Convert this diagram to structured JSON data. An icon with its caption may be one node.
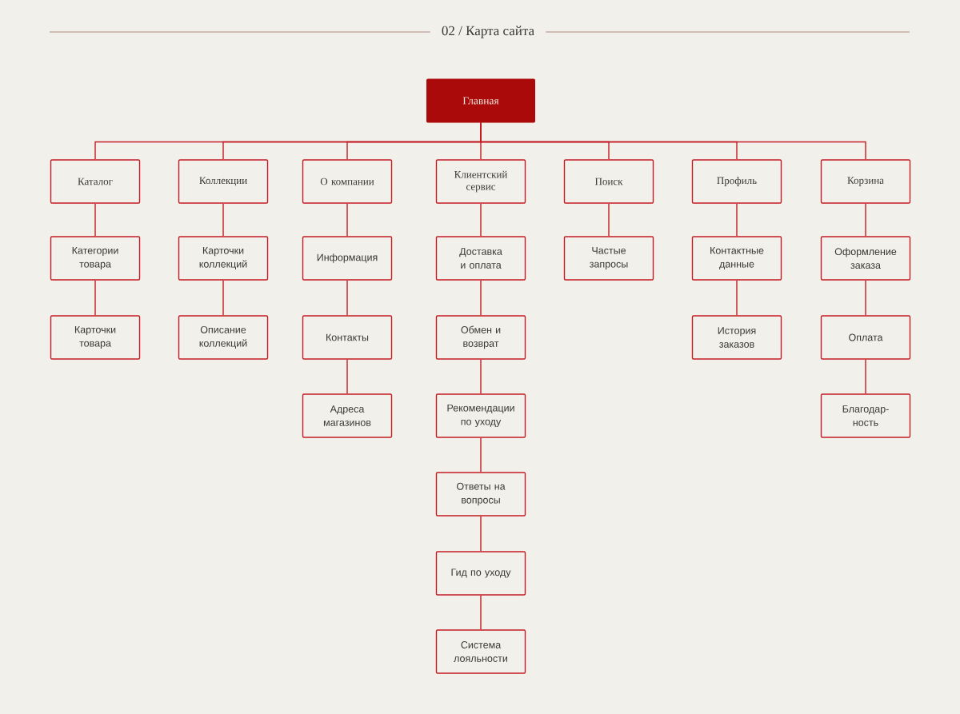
{
  "diagram": {
    "title": "02 / Карта сайта",
    "nodes": [
      {
        "text": [
          "Главная"
        ]
      },
      {
        "text": [
          "Каталог"
        ]
      },
      {
        "text": [
          "Коллекции"
        ]
      },
      {
        "text": [
          "О компании"
        ]
      },
      {
        "text": [
          "Клиентский сервис"
        ]
      },
      {
        "text": [
          "Поиск"
        ]
      },
      {
        "text": [
          "Профиль"
        ]
      },
      {
        "text": [
          "Корзина"
        ]
      },
      {
        "text": [
          "Категории товара"
        ]
      },
      {
        "text": [
          "Карточки коллекций"
        ]
      },
      {
        "text": [
          "Информация"
        ]
      },
      {
        "text": [
          "Доставка и оплата"
        ]
      },
      {
        "text": [
          "Частые запросы"
        ]
      },
      {
        "text": [
          "Контактные данные"
        ]
      },
      {
        "text": [
          "Оформление заказа"
        ]
      },
      {
        "text": [
          "Карточки товара"
        ]
      },
      {
        "text": [
          "Описание коллекций"
        ]
      },
      {
        "text": [
          "Контакты"
        ]
      },
      {
        "text": [
          "Обмен и возврат"
        ]
      },
      {
        "text": [
          "История заказов"
        ]
      },
      {
        "text": [
          "Оплата"
        ]
      },
      {
        "text": [
          "Адреса магазинов"
        ]
      },
      {
        "text": [
          "Рекомендации по уходу"
        ]
      },
      {
        "text": [
          "Благодар- ность"
        ]
      },
      {
        "text": [
          "Ответы на вопросы"
        ]
      },
      {
        "text": [
          "Гид по уходу"
        ]
      },
      {
        "text": [
          "Система лояльности"
        ]
      }
    ],
    "edges": [
      {
        "from": 0,
        "to": 1,
        "arrow": "none"
      },
      {
        "from": 0,
        "to": 2,
        "arrow": "none"
      },
      {
        "from": 0,
        "to": 3,
        "arrow": "none"
      },
      {
        "from": 0,
        "to": 4,
        "arrow": "none"
      },
      {
        "from": 0,
        "to": 5,
        "arrow": "none"
      },
      {
        "from": 0,
        "to": 6,
        "arrow": "none"
      },
      {
        "from": 0,
        "to": 7,
        "arrow": "none"
      },
      {
        "from": 1,
        "to": 8,
        "arrow": "none"
      },
      {
        "from": 8,
        "to": 15,
        "arrow": "none"
      },
      {
        "from": 2,
        "to": 9,
        "arrow": "none"
      },
      {
        "from": 9,
        "to": 16,
        "arrow": "none"
      },
      {
        "from": 3,
        "to": 10,
        "arrow": "none"
      },
      {
        "from": 10,
        "to": 17,
        "arrow": "none"
      },
      {
        "from": 17,
        "to": 21,
        "arrow": "none"
      },
      {
        "from": 4,
        "to": 11,
        "arrow": "none"
      },
      {
        "from": 11,
        "to": 18,
        "arrow": "none"
      },
      {
        "from": 18,
        "to": 22,
        "arrow": "none"
      },
      {
        "from": 22,
        "to": 24,
        "arrow": "none"
      },
      {
        "from": 24,
        "to": 25,
        "arrow": "none"
      },
      {
        "from": 25,
        "to": 26,
        "arrow": "none"
      },
      {
        "from": 5,
        "to": 12,
        "arrow": "none"
      },
      {
        "from": 6,
        "to": 13,
        "arrow": "none"
      },
      {
        "from": 13,
        "to": 19,
        "arrow": "none"
      },
      {
        "from": 7,
        "to": 14,
        "arrow": "none"
      },
      {
        "from": 14,
        "to": 20,
        "arrow": "none"
      },
      {
        "from": 20,
        "to": 23,
        "arrow": "none"
      }
    ]
  }
}
